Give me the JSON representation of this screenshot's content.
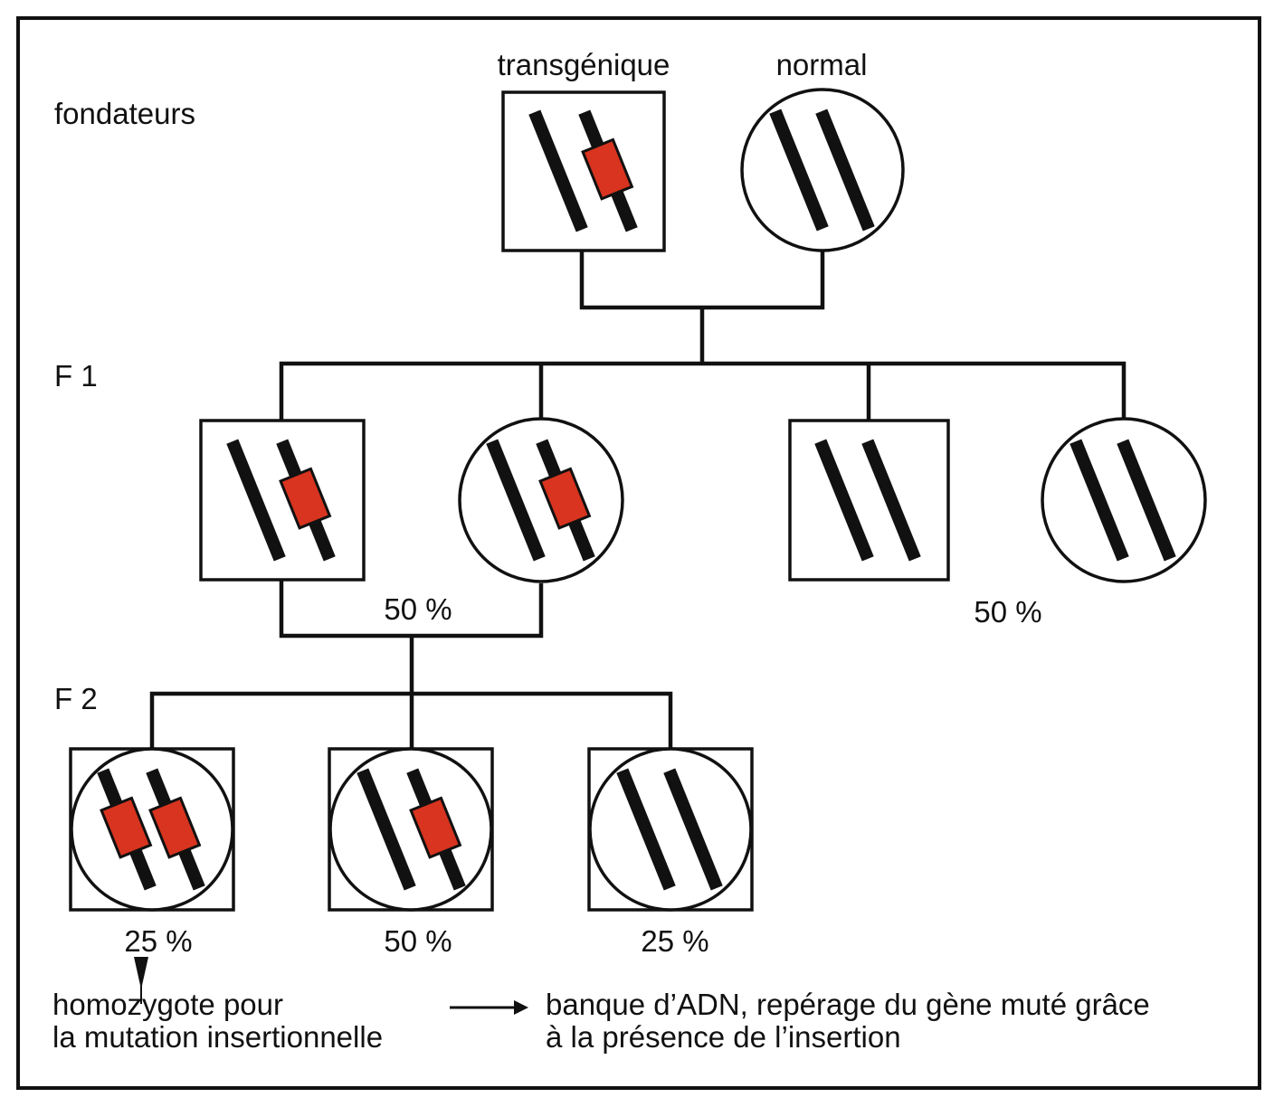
{
  "generations": {
    "founders": "fondateurs",
    "f1": "F 1",
    "f2": "F 2"
  },
  "founders": {
    "transgenic_label": "transgénique",
    "normal_label": "normal"
  },
  "f1": {
    "carrier_percent": "50 %",
    "noncarrier_percent": "50 %"
  },
  "f2": {
    "homozygous_percent": "25 %",
    "heterozygous_percent": "50 %",
    "wildtype_percent": "25 %"
  },
  "notes": {
    "homozygote_line1": "homozygote pour",
    "homozygote_line2": "la mutation insertionnelle",
    "result_line1": "banque d’ADN, repérage du gène muté grâce",
    "result_line2": "à la présence de l’insertion"
  },
  "colors": {
    "insertion": "#d8341f",
    "lines": "#111111"
  }
}
